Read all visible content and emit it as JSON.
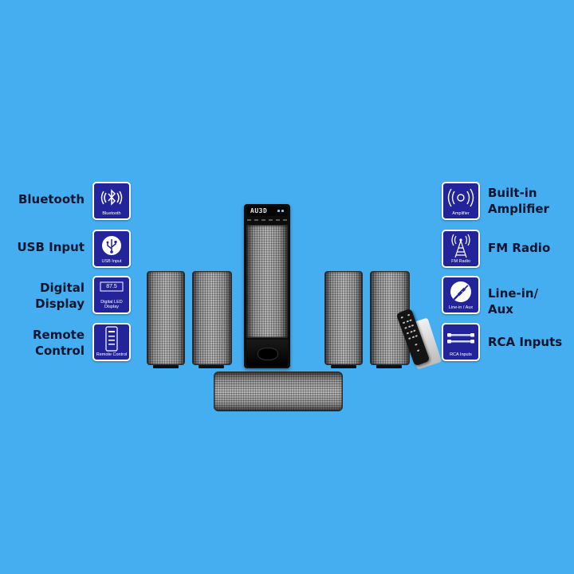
{
  "features_left": [
    {
      "label": "Bluetooth",
      "caption": "Bluetooth",
      "icon": "bluetooth-icon"
    },
    {
      "label": "USB Input",
      "caption": "USB Input",
      "icon": "usb-icon"
    },
    {
      "label": "Digital Display",
      "label_lines": [
        "Digital",
        "Display"
      ],
      "caption_lines": [
        "Digital LED",
        "Display"
      ],
      "display_value": "87.5",
      "icon": "digital-display-icon"
    },
    {
      "label": "Remote Control",
      "label_lines": [
        "Remote",
        "Control"
      ],
      "caption": "Remote Control",
      "icon": "remote-control-icon"
    }
  ],
  "features_right": [
    {
      "label": "Built-in Amplifier",
      "label_lines": [
        "Built-in",
        "Amplifier"
      ],
      "caption": "Amplifier",
      "icon": "amplifier-icon"
    },
    {
      "label": "FM Radio",
      "caption": "FM Radio",
      "icon": "radio-tower-icon"
    },
    {
      "label": "Line-in/ Aux",
      "caption": "Line-in / Aux",
      "icon": "aux-jack-icon"
    },
    {
      "label": "RCA Inputs",
      "caption": "RCA Inputs",
      "icon": "rca-cable-icon"
    }
  ],
  "product": {
    "tower_brand": "AU3D"
  },
  "colors": {
    "background": "#45aef0",
    "icon_box": "#23249a",
    "label_text": "#0c1530"
  }
}
